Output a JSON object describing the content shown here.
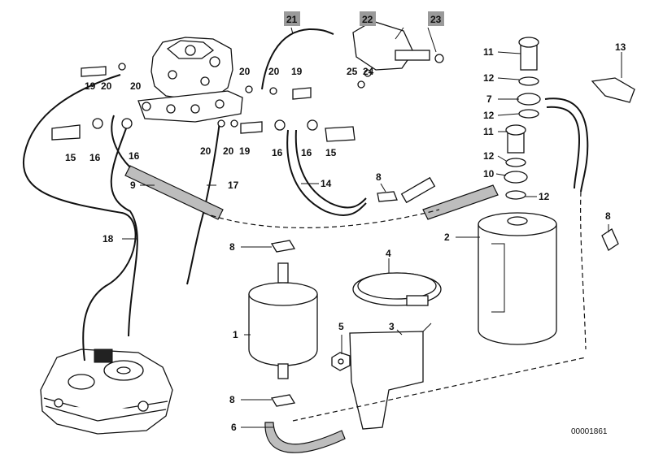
{
  "labels": {
    "l1": "1",
    "l2": "2",
    "l3": "3",
    "l4": "4",
    "l5": "5",
    "l6": "6",
    "l7": "7",
    "l8a": "8",
    "l8b": "8",
    "l8c": "8",
    "l8d": "8",
    "l9": "9",
    "l10": "10",
    "l11a": "11",
    "l11b": "11",
    "l12a": "12",
    "l12b": "12",
    "l12c": "12",
    "l12d": "12",
    "l13": "13",
    "l14": "14",
    "l15a": "15",
    "l15b": "15",
    "l16a": "16",
    "l16b": "16",
    "l16c": "16",
    "l16d": "16",
    "l17": "17",
    "l18": "18",
    "l19a": "19",
    "l19b": "19",
    "l19c": "19",
    "l20a": "20",
    "l20b": "20",
    "l20c": "20",
    "l20d": "20",
    "l20e": "20",
    "l20f": "20",
    "l21": "21",
    "l22": "22",
    "l23": "23",
    "l24": "24",
    "l25": "25"
  },
  "reference": "00001861",
  "highlight_color": "#9a9a9a"
}
